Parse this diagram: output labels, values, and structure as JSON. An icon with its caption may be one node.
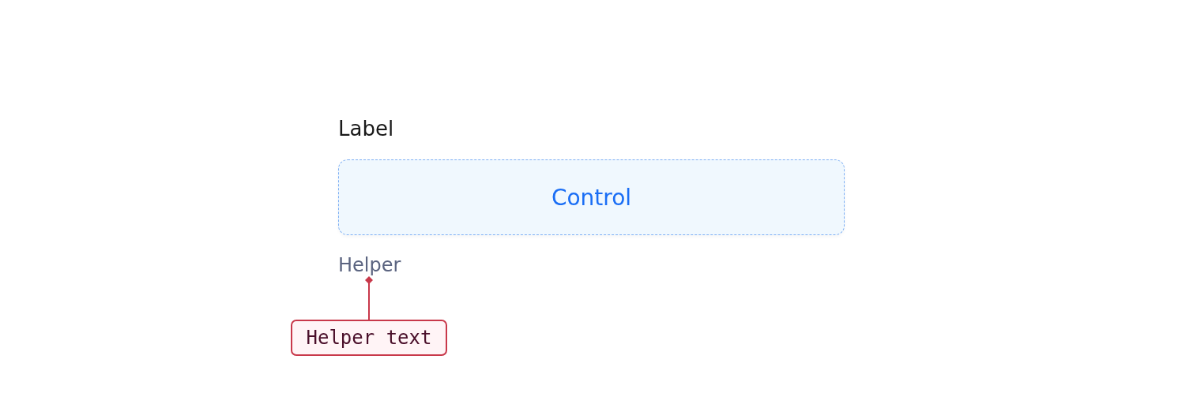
{
  "diagram": {
    "nodes": [
      {
        "text": [
          "Control"
        ]
      },
      {
        "text": [
          "Helper"
        ]
      },
      {
        "text": [
          "Helper text"
        ]
      }
    ],
    "edges": [
      {
        "from": 2,
        "to": 1,
        "arrow": "other"
      }
    ],
    "labels": [
      "Label"
    ]
  }
}
